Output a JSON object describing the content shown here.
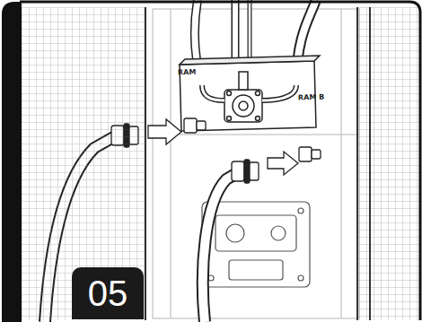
{
  "diagram": {
    "nodes": [
      {
        "text": [
          "05"
        ]
      }
    ],
    "labels": [
      "RAM",
      "RAM B"
    ]
  }
}
